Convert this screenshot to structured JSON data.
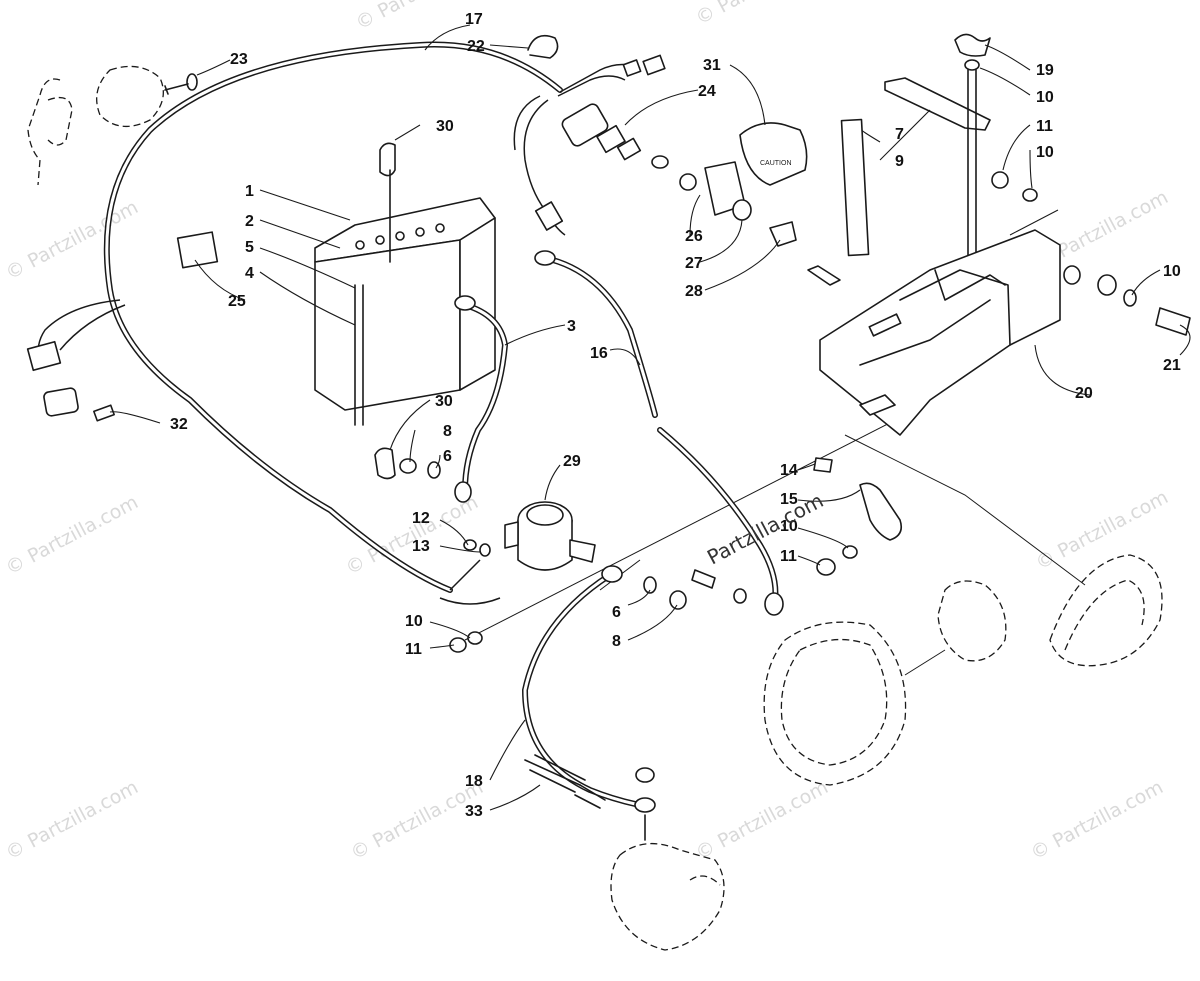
{
  "diagram": {
    "callouts": [
      {
        "id": "c1",
        "text": "1"
      },
      {
        "id": "c2",
        "text": "2"
      },
      {
        "id": "c3",
        "text": "3"
      },
      {
        "id": "c4",
        "text": "4"
      },
      {
        "id": "c5",
        "text": "5"
      },
      {
        "id": "c6a",
        "text": "6"
      },
      {
        "id": "c6b",
        "text": "6"
      },
      {
        "id": "c7",
        "text": "7"
      },
      {
        "id": "c8a",
        "text": "8"
      },
      {
        "id": "c8b",
        "text": "8"
      },
      {
        "id": "c9",
        "text": "9"
      },
      {
        "id": "c10a",
        "text": "10"
      },
      {
        "id": "c10b",
        "text": "10"
      },
      {
        "id": "c10c",
        "text": "10"
      },
      {
        "id": "c10d",
        "text": "10"
      },
      {
        "id": "c10e",
        "text": "10"
      },
      {
        "id": "c11a",
        "text": "11"
      },
      {
        "id": "c11b",
        "text": "11"
      },
      {
        "id": "c11c",
        "text": "11"
      },
      {
        "id": "c12",
        "text": "12"
      },
      {
        "id": "c13",
        "text": "13"
      },
      {
        "id": "c14",
        "text": "14"
      },
      {
        "id": "c15",
        "text": "15"
      },
      {
        "id": "c16",
        "text": "16"
      },
      {
        "id": "c17",
        "text": "17"
      },
      {
        "id": "c18",
        "text": "18"
      },
      {
        "id": "c19",
        "text": "19"
      },
      {
        "id": "c20",
        "text": "20"
      },
      {
        "id": "c21",
        "text": "21"
      },
      {
        "id": "c22",
        "text": "22"
      },
      {
        "id": "c23",
        "text": "23"
      },
      {
        "id": "c24",
        "text": "24"
      },
      {
        "id": "c25",
        "text": "25"
      },
      {
        "id": "c26",
        "text": "26"
      },
      {
        "id": "c27",
        "text": "27"
      },
      {
        "id": "c28",
        "text": "28"
      },
      {
        "id": "c29",
        "text": "29"
      },
      {
        "id": "c30a",
        "text": "30"
      },
      {
        "id": "c30b",
        "text": "30"
      },
      {
        "id": "c31",
        "text": "31"
      },
      {
        "id": "c32",
        "text": "32"
      },
      {
        "id": "c33",
        "text": "33"
      }
    ],
    "decal_text": "CAUTION",
    "watermark": {
      "faint": "© Partzilla.com",
      "center": "Partzilla.com"
    }
  }
}
